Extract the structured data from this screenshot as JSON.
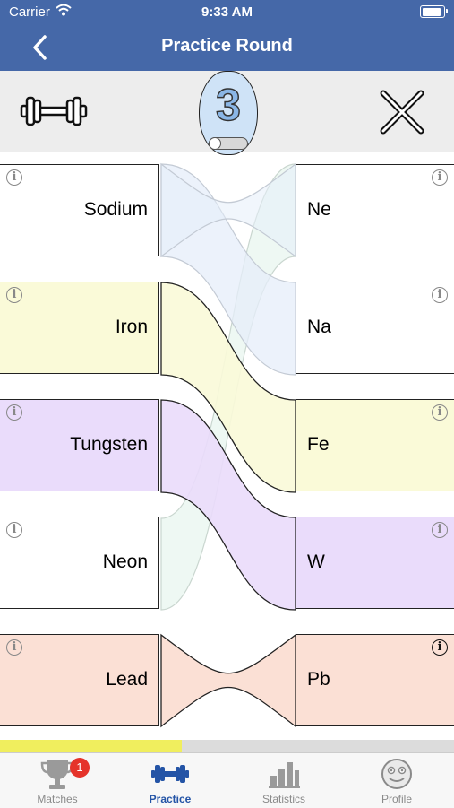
{
  "status_bar": {
    "carrier": "Carrier",
    "time": "9:33 AM"
  },
  "nav": {
    "title": "Practice Round",
    "back_icon": "chevron-left-icon"
  },
  "toolbar": {
    "round_number": "3",
    "left_icon": "dumbbell-icon",
    "right_icon": "close-icon"
  },
  "colors": {
    "nav_bg": "#4568a8",
    "yellow": "#fafad8",
    "purple": "#eadcfb",
    "pink": "#fbe0d5",
    "green": "#eaf8f1",
    "blue": "#e6eefa",
    "progress": "#f0ee5e",
    "active_tab": "#2454a6"
  },
  "left_items": [
    {
      "label": "Sodium",
      "color": "#ffffff"
    },
    {
      "label": "Iron",
      "color": "#fafad8"
    },
    {
      "label": "Tungsten",
      "color": "#eadcfb"
    },
    {
      "label": "Neon",
      "color": "#ffffff"
    },
    {
      "label": "Lead",
      "color": "#fbe0d5"
    }
  ],
  "right_items": [
    {
      "label": "Ne",
      "color": "#ffffff"
    },
    {
      "label": "Na",
      "color": "#ffffff"
    },
    {
      "label": "Fe",
      "color": "#fafad8"
    },
    {
      "label": "W",
      "color": "#eadcfb"
    },
    {
      "label": "Pb",
      "color": "#fbe0d5"
    }
  ],
  "progress": {
    "fraction": 0.4
  },
  "tabs": [
    {
      "label": "Matches",
      "icon": "trophy-icon",
      "badge": "1",
      "active": false
    },
    {
      "label": "Practice",
      "icon": "dumbbell-icon",
      "active": true
    },
    {
      "label": "Statistics",
      "icon": "bar-chart-icon",
      "active": false
    },
    {
      "label": "Profile",
      "icon": "smiley-face-icon",
      "active": false
    }
  ]
}
